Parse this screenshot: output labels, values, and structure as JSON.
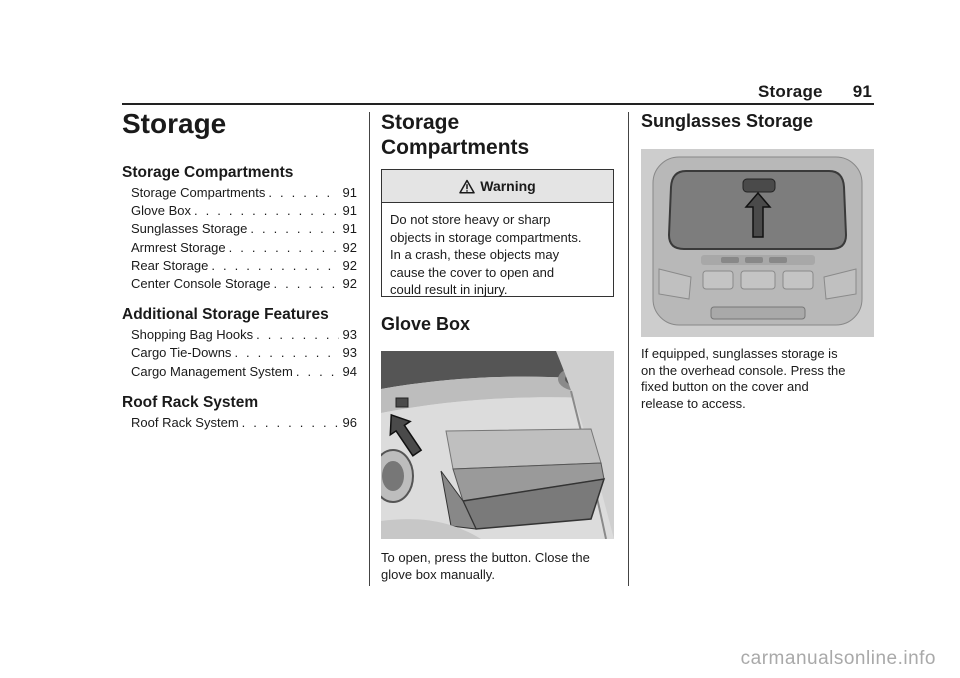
{
  "header": {
    "section": "Storage",
    "page": "91"
  },
  "col1": {
    "title": "Storage",
    "toc": [
      {
        "heading": "Storage Compartments",
        "items": [
          {
            "text": "Storage Compartments",
            "page": "91"
          },
          {
            "text": "Glove Box",
            "page": "91"
          },
          {
            "text": "Sunglasses Storage",
            "page": "91"
          },
          {
            "text": "Armrest Storage",
            "page": "92"
          },
          {
            "text": "Rear Storage",
            "page": "92"
          },
          {
            "text": "Center Console Storage",
            "page": "92"
          }
        ]
      },
      {
        "heading": "Additional Storage Features",
        "items": [
          {
            "text": "Shopping Bag Hooks",
            "page": "93"
          },
          {
            "text": "Cargo Tie-Downs",
            "page": "93"
          },
          {
            "text": "Cargo Management System",
            "page": "94"
          }
        ]
      },
      {
        "heading": "Roof Rack System",
        "items": [
          {
            "text": "Roof Rack System",
            "page": "96"
          }
        ]
      }
    ]
  },
  "col2": {
    "title_line1": "Storage",
    "title_line2": "Compartments",
    "warning": {
      "label": "Warning",
      "lines": [
        "Do not store heavy or sharp",
        "objects in storage compartments.",
        "In a crash, these objects may",
        "cause the cover to open and",
        "could result in injury."
      ]
    },
    "glove_heading": "Glove Box",
    "glove_caption_lines": [
      "To open, press the button. Close the",
      "glove box manually."
    ]
  },
  "col3": {
    "heading": "Sunglasses Storage",
    "caption_lines": [
      "If equipped, sunglasses storage is",
      "on the overhead console. Press the",
      "fixed button on the cover and",
      "release to access."
    ]
  },
  "watermark": "carmanualsonline.info",
  "icons": {
    "warning": "warning-triangle-icon",
    "arrow": "up-arrow-icon"
  }
}
